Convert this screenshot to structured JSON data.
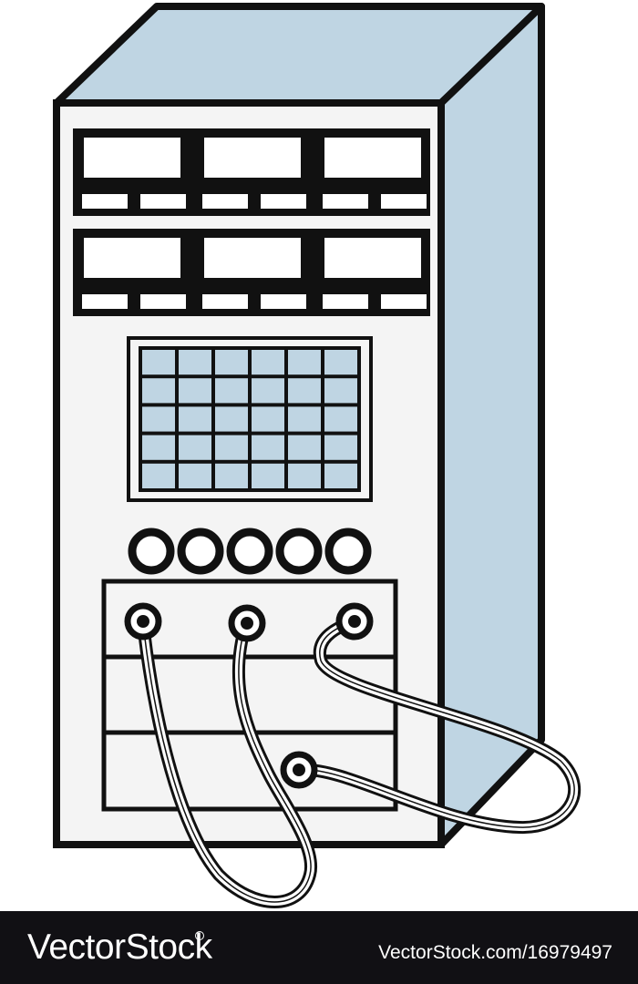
{
  "colors": {
    "background": "#ffffff",
    "panel_fill": "#f4f4f4",
    "accent_blue": "#bfd5e3",
    "outline": "#111111",
    "footer_bar": "#111014",
    "footer_text": "#ffffff"
  },
  "illustration": {
    "subject": "equipment rack with monitors, grid display, knobs and patch cables",
    "icons": [
      "monitor-icon",
      "grid-display-icon",
      "knob-icon",
      "jack-icon",
      "cable-icon"
    ]
  },
  "watermark": {
    "logo_text": "VectorStock",
    "image_credit": "VectorStock.com/16979497"
  }
}
